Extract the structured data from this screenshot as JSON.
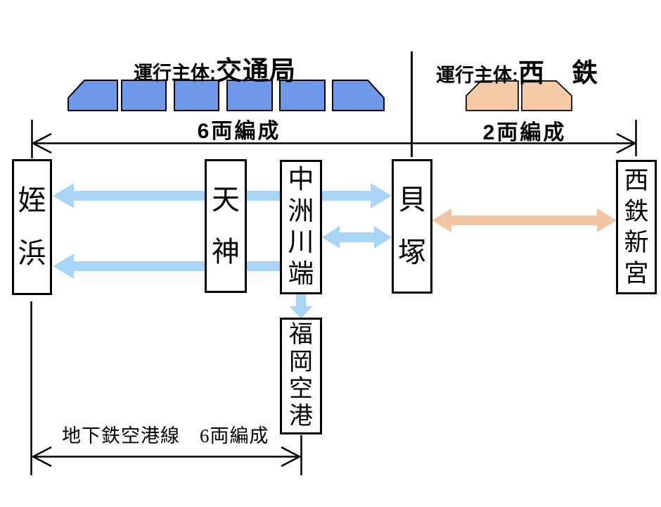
{
  "header": {
    "left": {
      "prefix": "運行主体:",
      "operator": "交通局",
      "formation": "6両編成",
      "car_count": 6
    },
    "right": {
      "prefix": "運行主体:",
      "operator": "西　鉄",
      "formation": "2両編成",
      "car_count": 2
    }
  },
  "stations": {
    "meinohama": "姪浜",
    "tenjin": "天神",
    "nakasukawabata": "中洲川端",
    "kaizuka": "貝塚",
    "nishitetsu_shingu": "西鉄新宮",
    "fukuoka_kuko": "福岡空港"
  },
  "footer": {
    "label": "地下鉄空港線　6両編成"
  },
  "connections": [
    {
      "from": "姪浜",
      "to": "貝塚",
      "style": "double-headed-arrow",
      "color": "light-blue"
    },
    {
      "from": "中洲川端",
      "to": "貝塚",
      "style": "double-headed-arrow",
      "color": "light-blue"
    },
    {
      "from": "中洲川端",
      "to": "姪浜",
      "style": "single-arrow-left",
      "color": "light-blue"
    },
    {
      "from": "中洲川端",
      "to": "福岡空港",
      "style": "single-arrow-down",
      "color": "light-blue"
    },
    {
      "from": "貝塚",
      "to": "西鉄新宮",
      "style": "double-headed-arrow",
      "color": "peach"
    }
  ],
  "colors": {
    "bureau_car": "#6E99EA",
    "nishitetsu_car": "#F5CBA7",
    "blue_arrow": "#A8D4F5",
    "peach_arrow": "#F2C6A2",
    "line": "#000000",
    "background": "#FFFFFF"
  }
}
